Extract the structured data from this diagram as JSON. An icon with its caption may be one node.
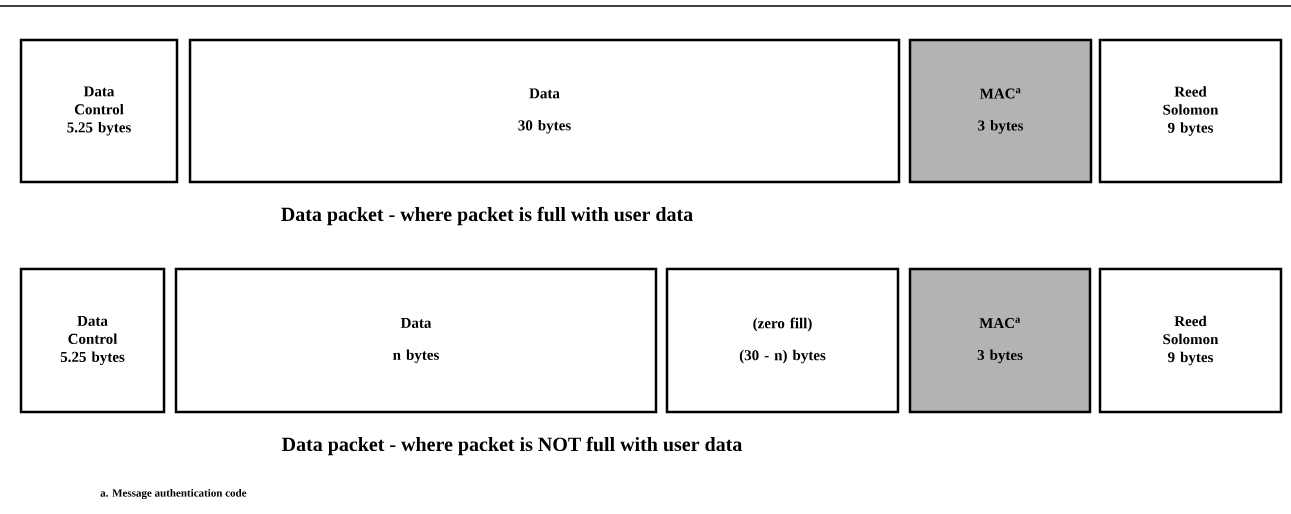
{
  "diagram": {
    "nodes": [
      {
        "text": [
          "Data Control 5.25 bytes"
        ]
      },
      {
        "text": [
          "Data",
          "30 bytes"
        ]
      },
      {
        "text": [
          "MAC$^{a}$",
          "3 bytes"
        ]
      },
      {
        "text": [
          "Reed Solomon 9 bytes"
        ]
      },
      {
        "text": [
          "Data Control 5.25 bytes"
        ]
      },
      {
        "text": [
          "Data",
          "n bytes"
        ]
      },
      {
        "text": [
          "(zero fill)",
          "(30 - n) bytes"
        ]
      },
      {
        "text": [
          "MAC$^{a}$",
          "3 bytes"
        ]
      },
      {
        "text": [
          "Reed Solomon 9 bytes"
        ]
      }
    ],
    "labels": [
      "Data packet - where packet is full with user data",
      "Data packet - where packet is NOT full with user data",
      "a. Message authentication code"
    ]
  }
}
